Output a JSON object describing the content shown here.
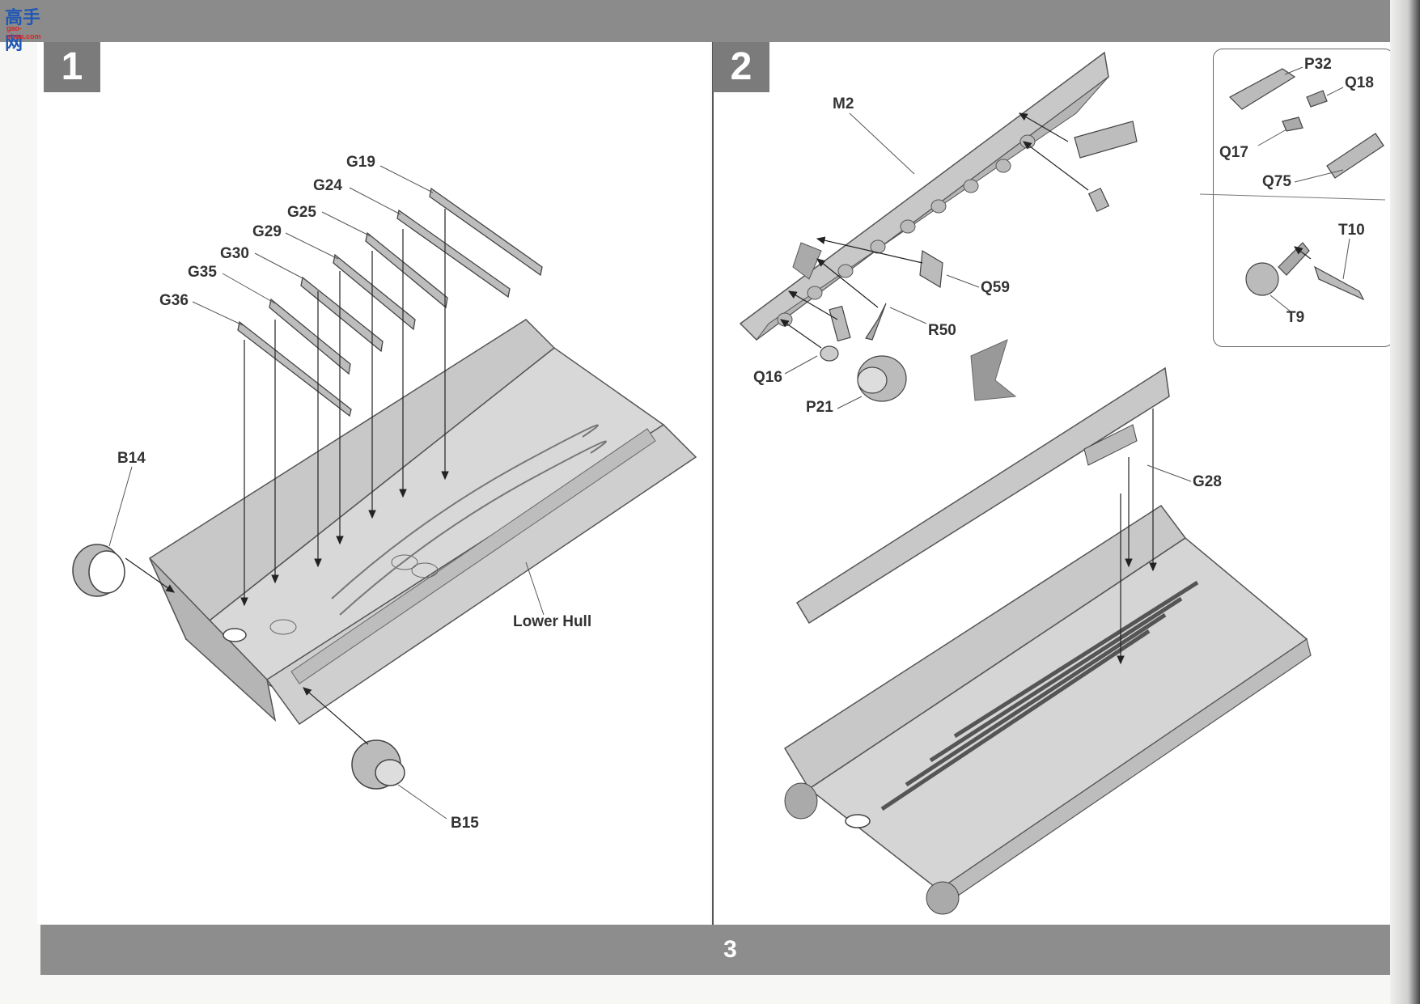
{
  "header": {
    "logo_text": "高手网",
    "logo_sub": "gao-shou.com"
  },
  "steps": [
    {
      "number": "1",
      "labels": {
        "G19": "G19",
        "G24": "G24",
        "G25": "G25",
        "G29": "G29",
        "G30": "G30",
        "G35": "G35",
        "G36": "G36",
        "B14": "B14",
        "B15": "B15",
        "lower_hull": "Lower Hull"
      }
    },
    {
      "number": "2",
      "labels": {
        "M2": "M2",
        "Q59": "Q59",
        "R50": "R50",
        "Q16": "Q16",
        "P21": "P21",
        "G28": "G28"
      },
      "inset_labels": {
        "P32": "P32",
        "Q18": "Q18",
        "Q17": "Q17",
        "Q75": "Q75",
        "T10": "T10",
        "T9": "T9"
      }
    }
  ],
  "footer": {
    "page_number": "3"
  },
  "colors": {
    "band": "#8b8b8b",
    "badge": "#7b7b7b",
    "part_fill": "#c9c9c9",
    "part_stroke": "#555555"
  }
}
